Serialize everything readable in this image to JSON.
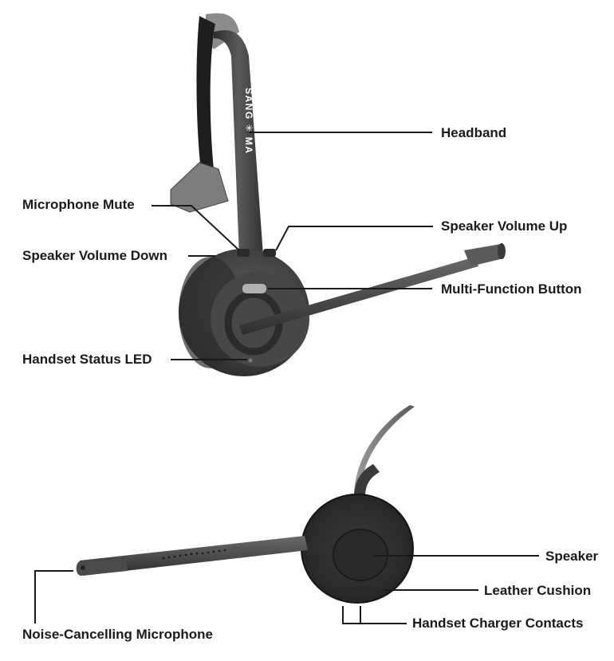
{
  "brand": {
    "left": "SANG",
    "right": "MA"
  },
  "top_view": {
    "labels": {
      "headband": "Headband",
      "microphone_mute": "Microphone Mute",
      "speaker_volume_up": "Speaker Volume Up",
      "speaker_volume_down": "Speaker Volume Down",
      "multi_function_button": "Multi-Function Button",
      "handset_status_led": "Handset Status LED"
    }
  },
  "bottom_view": {
    "labels": {
      "speaker": "Speaker",
      "leather_cushion": "Leather Cushion",
      "handset_charger_contacts": "Handset Charger Contacts",
      "noise_cancelling_microphone": "Noise-Cancelling Microphone"
    }
  },
  "colors": {
    "body_dark": "#3a3a3a",
    "body_mid": "#5a5a5a",
    "body_light": "#8a8a8a",
    "leader_line": "#1a1a1a",
    "label_text": "#1a1a1a"
  }
}
